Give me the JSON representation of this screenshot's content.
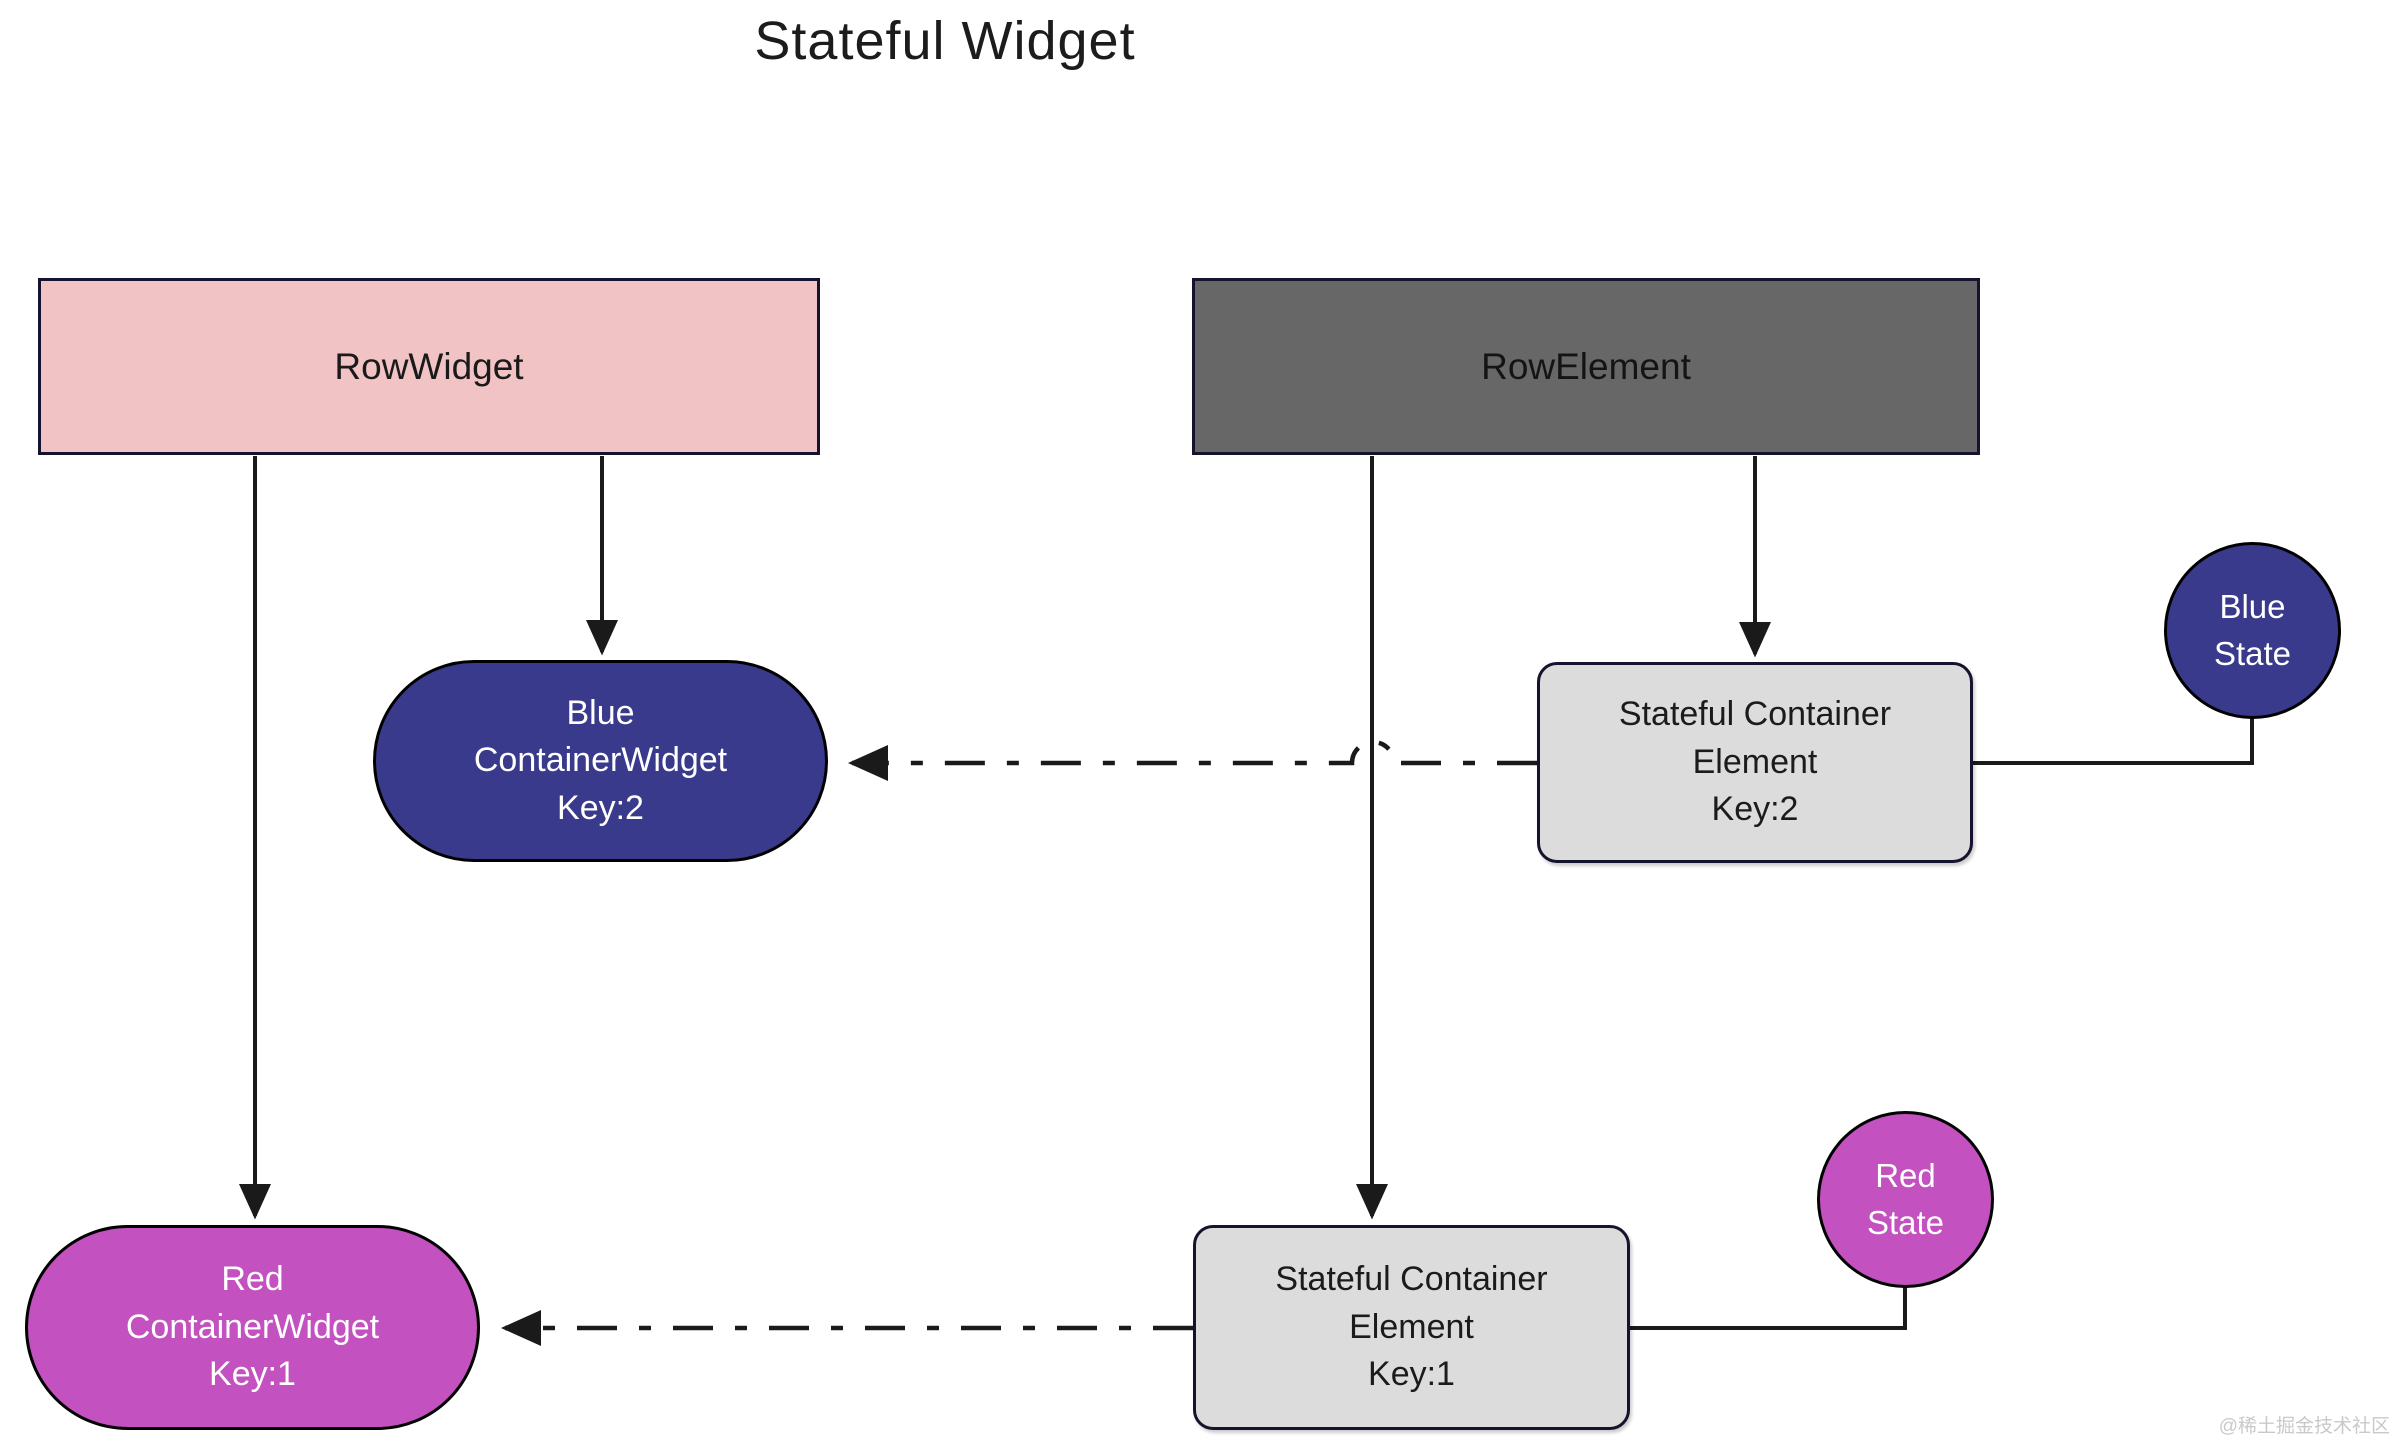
{
  "title": "Stateful Widget",
  "watermark": "@稀土掘金技术社区",
  "colors": {
    "pink": "#f2c3c4",
    "dark_gray": "#676767",
    "blue": "#3a3a8c",
    "magenta": "#c351bf",
    "light_gray": "#dcdcdc",
    "line": "#1a1a1a"
  },
  "nodes": {
    "row_widget": {
      "label": "RowWidget"
    },
    "row_element": {
      "label": "RowElement"
    },
    "blue_container_widget": {
      "lines": [
        "Blue",
        "ContainerWidget",
        "Key:2"
      ]
    },
    "stateful_element_key2": {
      "lines": [
        "Stateful Container",
        "Element",
        "Key:2"
      ]
    },
    "blue_state": {
      "lines": [
        "Blue",
        "State"
      ]
    },
    "red_container_widget": {
      "lines": [
        "Red",
        "ContainerWidget",
        "Key:1"
      ]
    },
    "stateful_element_key1": {
      "lines": [
        "Stateful Container",
        "Element",
        "Key:1"
      ]
    },
    "red_state": {
      "lines": [
        "Red",
        "State"
      ]
    }
  }
}
